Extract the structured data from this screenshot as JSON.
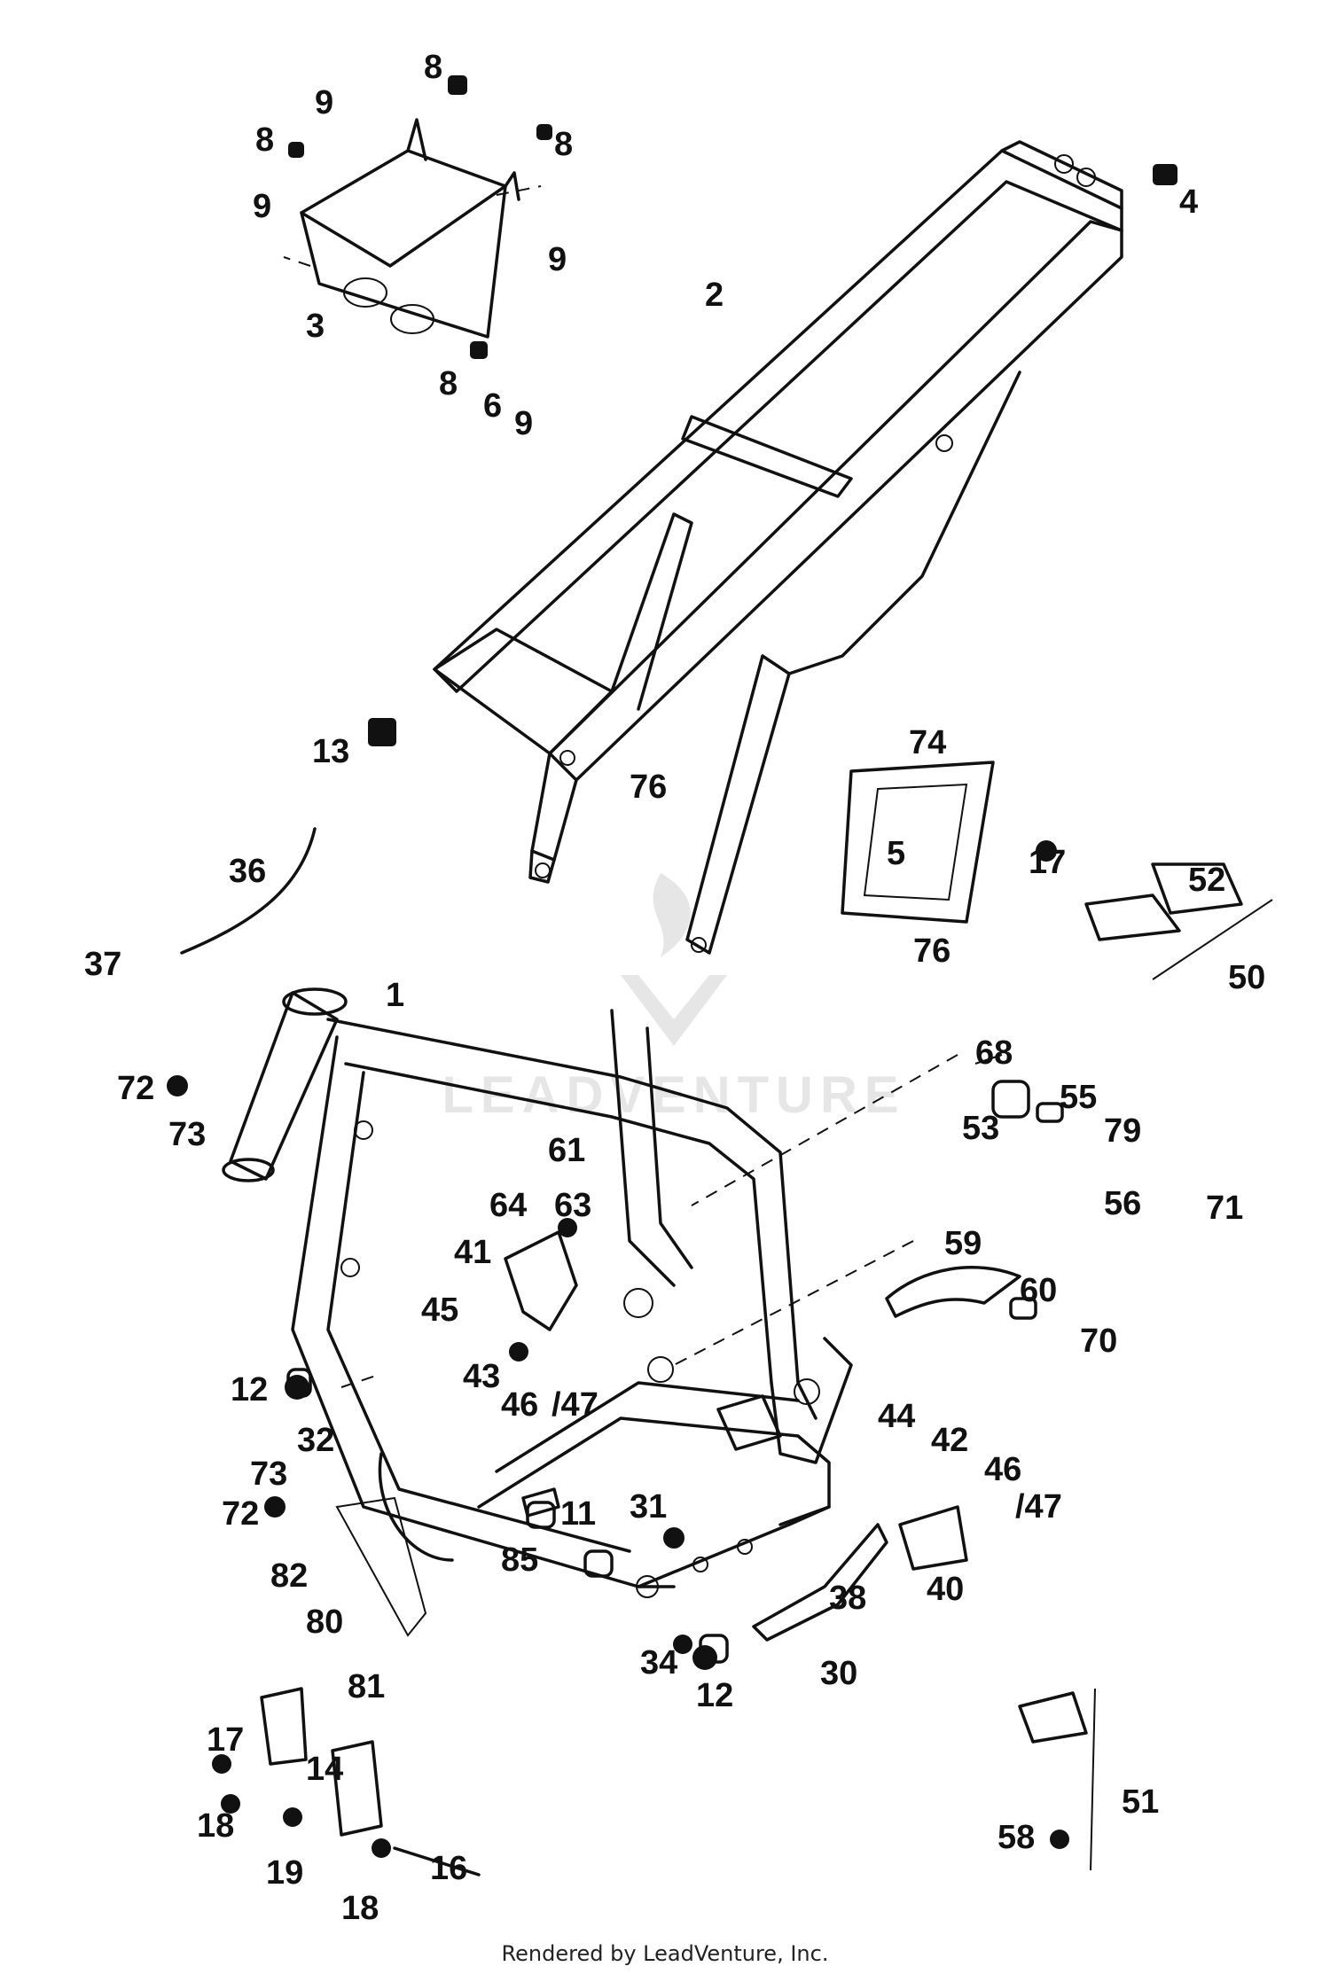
{
  "footer": "Rendered by LeadVenture, Inc.",
  "watermark": {
    "text": "LEADVENTURE",
    "color": "#e6e6e6"
  },
  "labels": {
    "l1": "1",
    "l2": "2",
    "l3": "3",
    "l4": "4",
    "l5": "5",
    "l6": "6",
    "l8a": "8",
    "l8b": "8",
    "l8c": "8",
    "l8d": "8",
    "l9a": "9",
    "l9b": "9",
    "l9c": "9",
    "l9d": "9",
    "l11": "11",
    "l12a": "12",
    "l12b": "12",
    "l13": "13",
    "l14": "14",
    "l16": "16",
    "l17a": "17",
    "l17b": "17",
    "l18a": "18",
    "l18b": "18",
    "l19": "19",
    "l30": "30",
    "l31": "31",
    "l32": "32",
    "l34": "34",
    "l36": "36",
    "l37": "37",
    "l38": "38",
    "l40": "40",
    "l41": "41",
    "l42": "42",
    "l43": "43",
    "l44": "44",
    "l45": "45",
    "l46a": "46",
    "l46b": "46",
    "l47a": "/47",
    "l47b": "/47",
    "l50": "50",
    "l51": "51",
    "l52": "52",
    "l53": "53",
    "l55": "55",
    "l56": "56",
    "l58": "58",
    "l59": "59",
    "l60": "60",
    "l61": "61",
    "l63": "63",
    "l64": "64",
    "l68": "68",
    "l70": "70",
    "l71": "71",
    "l72a": "72",
    "l72b": "72",
    "l73a": "73",
    "l73b": "73",
    "l74": "74",
    "l76a": "76",
    "l76b": "76",
    "l79": "79",
    "l80": "80",
    "l81": "81",
    "l82": "82",
    "l85": "85"
  }
}
